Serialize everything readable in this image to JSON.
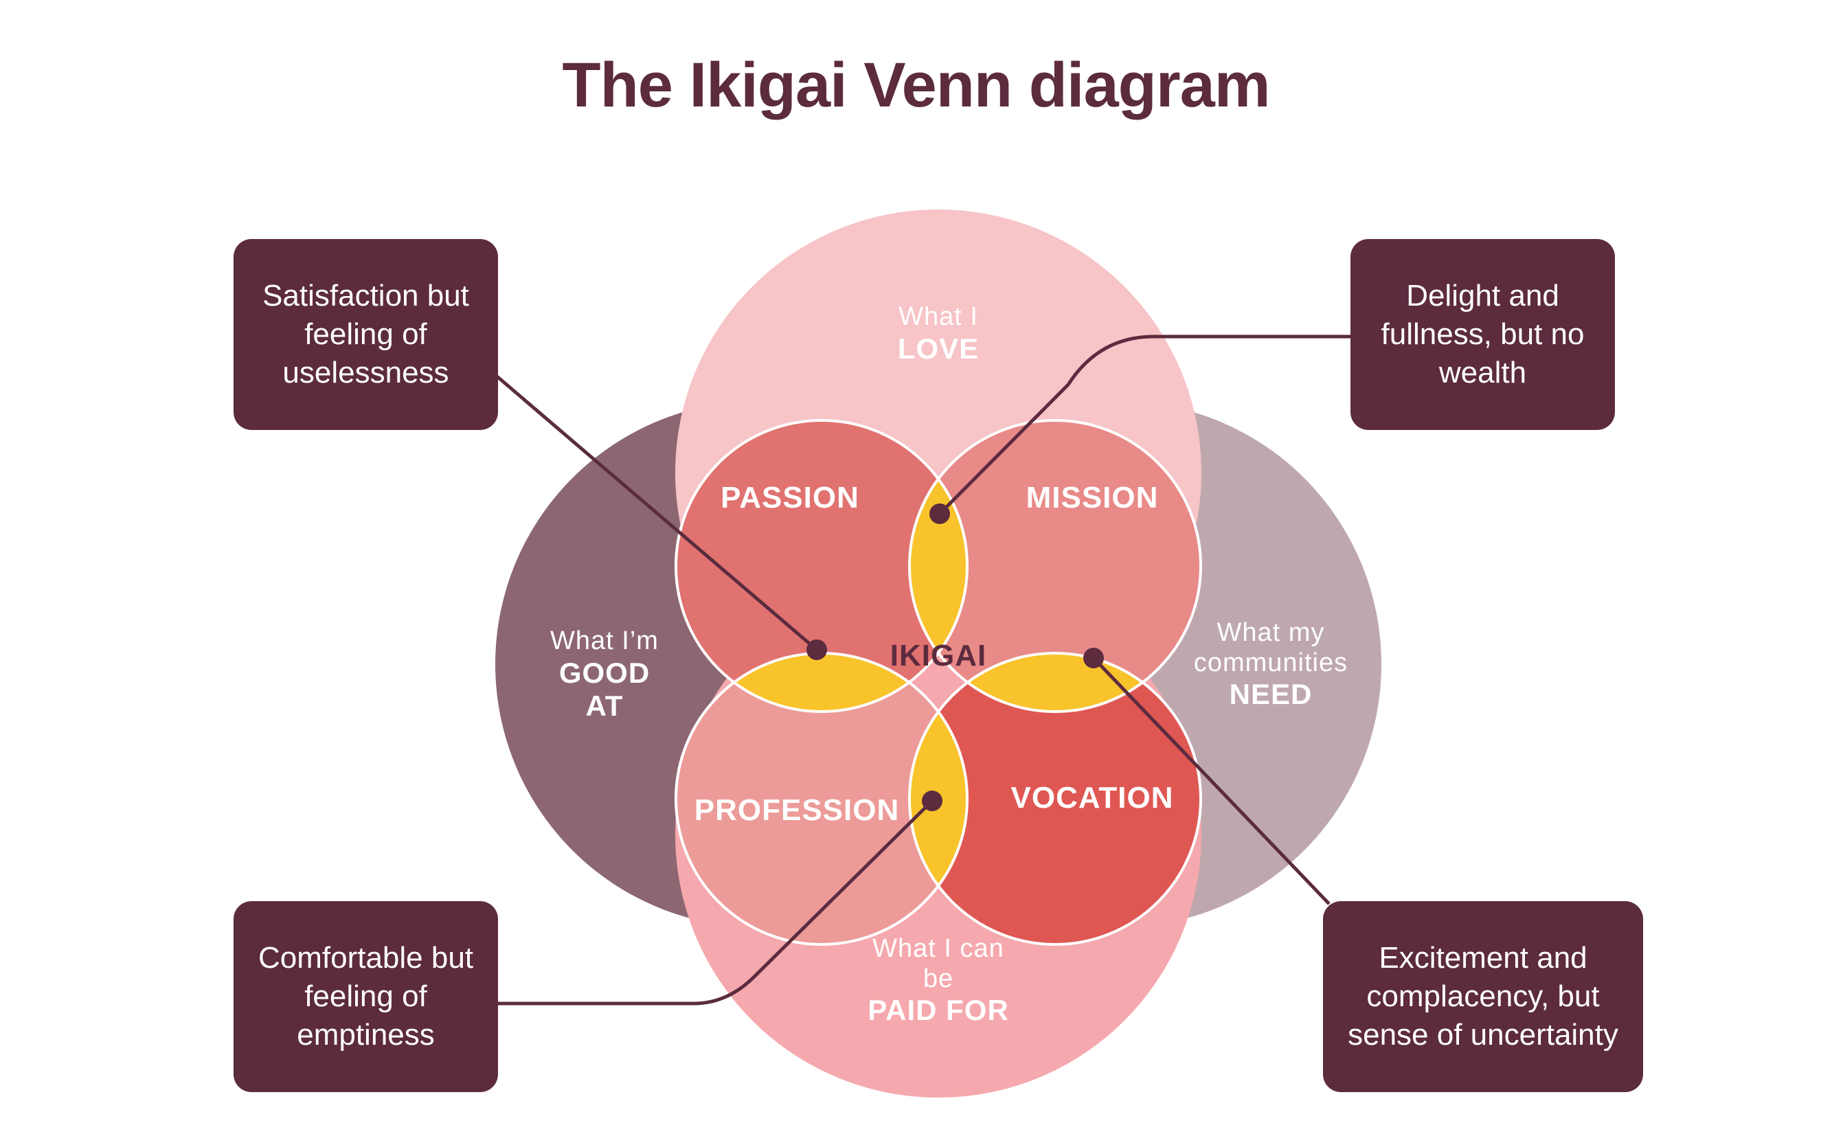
{
  "title": "The Ikigai Venn diagram",
  "colors": {
    "dark": "#5c2b3e",
    "love": "#f7c4c7",
    "good_at": "#8c6772",
    "need": "#bea8ae",
    "paid_for": "#f5a8ad",
    "passion": "#e07270",
    "mission": "#e88a88",
    "profession": "#ec9b98",
    "vocation": "#df5753",
    "petal": "#f9c32b",
    "center": "#fde296"
  },
  "circles": {
    "love": {
      "line1": "What I",
      "line2": "LOVE"
    },
    "good_at": {
      "line1": "What I’m",
      "line2": "GOOD",
      "line3": "AT"
    },
    "need": {
      "line1": "What my",
      "line2": "communities",
      "line3": "NEED"
    },
    "paid_for": {
      "line1": "What I can",
      "line2": "be",
      "line3": "PAID FOR"
    }
  },
  "regions": {
    "passion": "PASSION",
    "mission": "MISSION",
    "profession": "PROFESSION",
    "vocation": "VOCATION",
    "ikigai": "IKIGAI"
  },
  "callouts": {
    "top_left": "Satisfaction but feeling of uselessness",
    "top_right": "Delight and fullness, but no wealth",
    "bottom_left": "Comfortable but feeling of emptiness",
    "bottom_right": "Excitement and complacency, but sense of uncertainty"
  }
}
